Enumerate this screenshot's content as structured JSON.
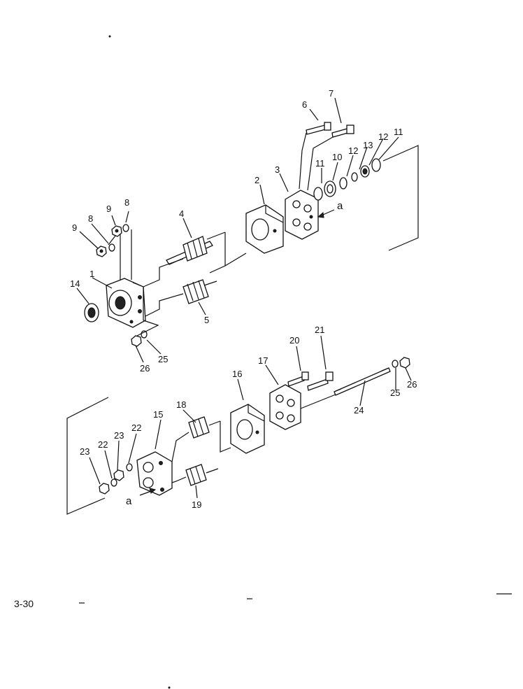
{
  "page_number": "3-30",
  "callouts": [
    {
      "id": "c1",
      "text": "1"
    },
    {
      "id": "c2",
      "text": "2"
    },
    {
      "id": "c3",
      "text": "3"
    },
    {
      "id": "c4",
      "text": "4"
    },
    {
      "id": "c5",
      "text": "5"
    },
    {
      "id": "c6",
      "text": "6"
    },
    {
      "id": "c7",
      "text": "7"
    },
    {
      "id": "c8a",
      "text": "8"
    },
    {
      "id": "c8b",
      "text": "8"
    },
    {
      "id": "c9a",
      "text": "9"
    },
    {
      "id": "c9b",
      "text": "9"
    },
    {
      "id": "c10",
      "text": "10"
    },
    {
      "id": "c11a",
      "text": "11"
    },
    {
      "id": "c11b",
      "text": "11"
    },
    {
      "id": "c12a",
      "text": "12"
    },
    {
      "id": "c12b",
      "text": "12"
    },
    {
      "id": "c13",
      "text": "13"
    },
    {
      "id": "c14",
      "text": "14"
    },
    {
      "id": "c15",
      "text": "15"
    },
    {
      "id": "c16",
      "text": "16"
    },
    {
      "id": "c17",
      "text": "17"
    },
    {
      "id": "c18",
      "text": "18"
    },
    {
      "id": "c19",
      "text": "19"
    },
    {
      "id": "c20",
      "text": "20"
    },
    {
      "id": "c21",
      "text": "21"
    },
    {
      "id": "c22a",
      "text": "22"
    },
    {
      "id": "c22b",
      "text": "22"
    },
    {
      "id": "c23a",
      "text": "23"
    },
    {
      "id": "c23b",
      "text": "23"
    },
    {
      "id": "c24",
      "text": "24"
    },
    {
      "id": "c25a",
      "text": "25"
    },
    {
      "id": "c25b",
      "text": "25"
    },
    {
      "id": "c26a",
      "text": "26"
    },
    {
      "id": "c26b",
      "text": "26"
    },
    {
      "id": "ca1",
      "text": "a"
    },
    {
      "id": "ca2",
      "text": "a"
    }
  ]
}
